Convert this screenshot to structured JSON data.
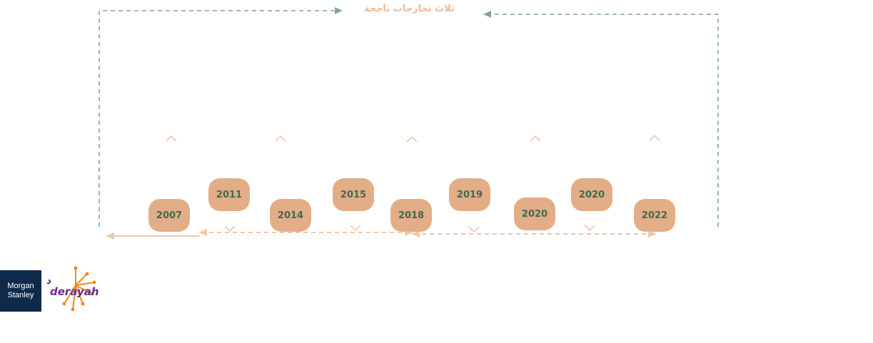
{
  "header": {
    "exits_label": "ثلاث تخارجات ناجحة"
  },
  "timeline": {
    "years": [
      "2007",
      "2011",
      "2014",
      "2015",
      "2018",
      "2019",
      "2020",
      "2020",
      "2022"
    ]
  },
  "logos": {
    "morgan_stanley": {
      "line1": "Morgan",
      "line2": "Stanley"
    },
    "derayah": {
      "latin": "derayah",
      "arabic": "دراية"
    }
  },
  "colors": {
    "pill": "#e3ad88",
    "year_text": "#3f6a50",
    "accent_line": "#f0c7ac",
    "frame": "#7fa495",
    "title": "#e8b99a",
    "ms_blue": "#0e2a4a",
    "derayah_purple": "#6b2a8c",
    "derayah_orange": "#f08a24"
  }
}
